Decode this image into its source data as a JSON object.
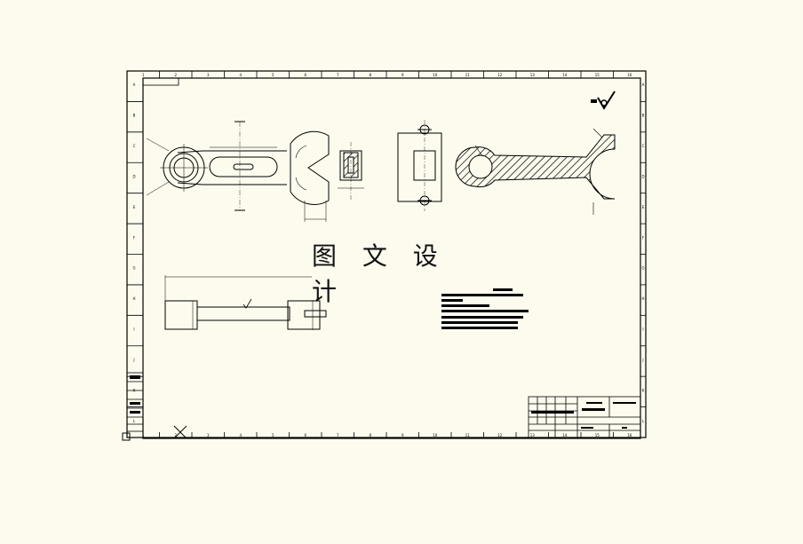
{
  "watermark": {
    "text": "图 文 设 计"
  },
  "colors": {
    "paper": "#fdfbee",
    "ink": "#000000"
  },
  "border": {
    "top_numbers": [
      "1",
      "2",
      "3",
      "4",
      "5",
      "6",
      "7",
      "8",
      "9",
      "10",
      "11",
      "12",
      "13",
      "14",
      "15",
      "16"
    ],
    "side_letters": [
      "A",
      "B",
      "C",
      "D",
      "E",
      "F",
      "G",
      "H",
      "I",
      "J",
      "K",
      "L"
    ]
  },
  "icons": [
    "roughness-symbol-icon",
    "checkmark-icon",
    "cross-icon"
  ]
}
